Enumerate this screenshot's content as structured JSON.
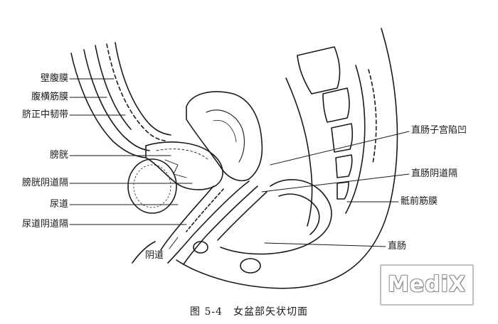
{
  "labels_left": [
    {
      "id": "parietal-peritoneum",
      "text": "壁腹膜"
    },
    {
      "id": "transversalis-fascia",
      "text": "腹横筋膜"
    },
    {
      "id": "median-umbilical-ligament",
      "text": "脐正中韧带"
    },
    {
      "id": "bladder",
      "text": "膀胱"
    },
    {
      "id": "vesicovaginal-septum",
      "text": "膀胱阴道隔"
    },
    {
      "id": "urethra",
      "text": "尿道"
    },
    {
      "id": "urethrovaginal-septum",
      "text": "尿道阴道隔"
    },
    {
      "id": "vagina",
      "text": "阴道"
    }
  ],
  "labels_right": [
    {
      "id": "rectouterine-pouch",
      "text": "直肠子宫陷凹"
    },
    {
      "id": "rectovaginal-septum",
      "text": "直肠阴道隔"
    },
    {
      "id": "presacral-fascia",
      "text": "骶前筋膜"
    },
    {
      "id": "rectum",
      "text": "直肠"
    }
  ],
  "caption": "图 5-4　女盆部矢状切面",
  "watermark": "MediX",
  "colors": {
    "ink": "#1a1a1a",
    "paper": "#ffffff",
    "watermark_border": "#bfbfbf"
  }
}
